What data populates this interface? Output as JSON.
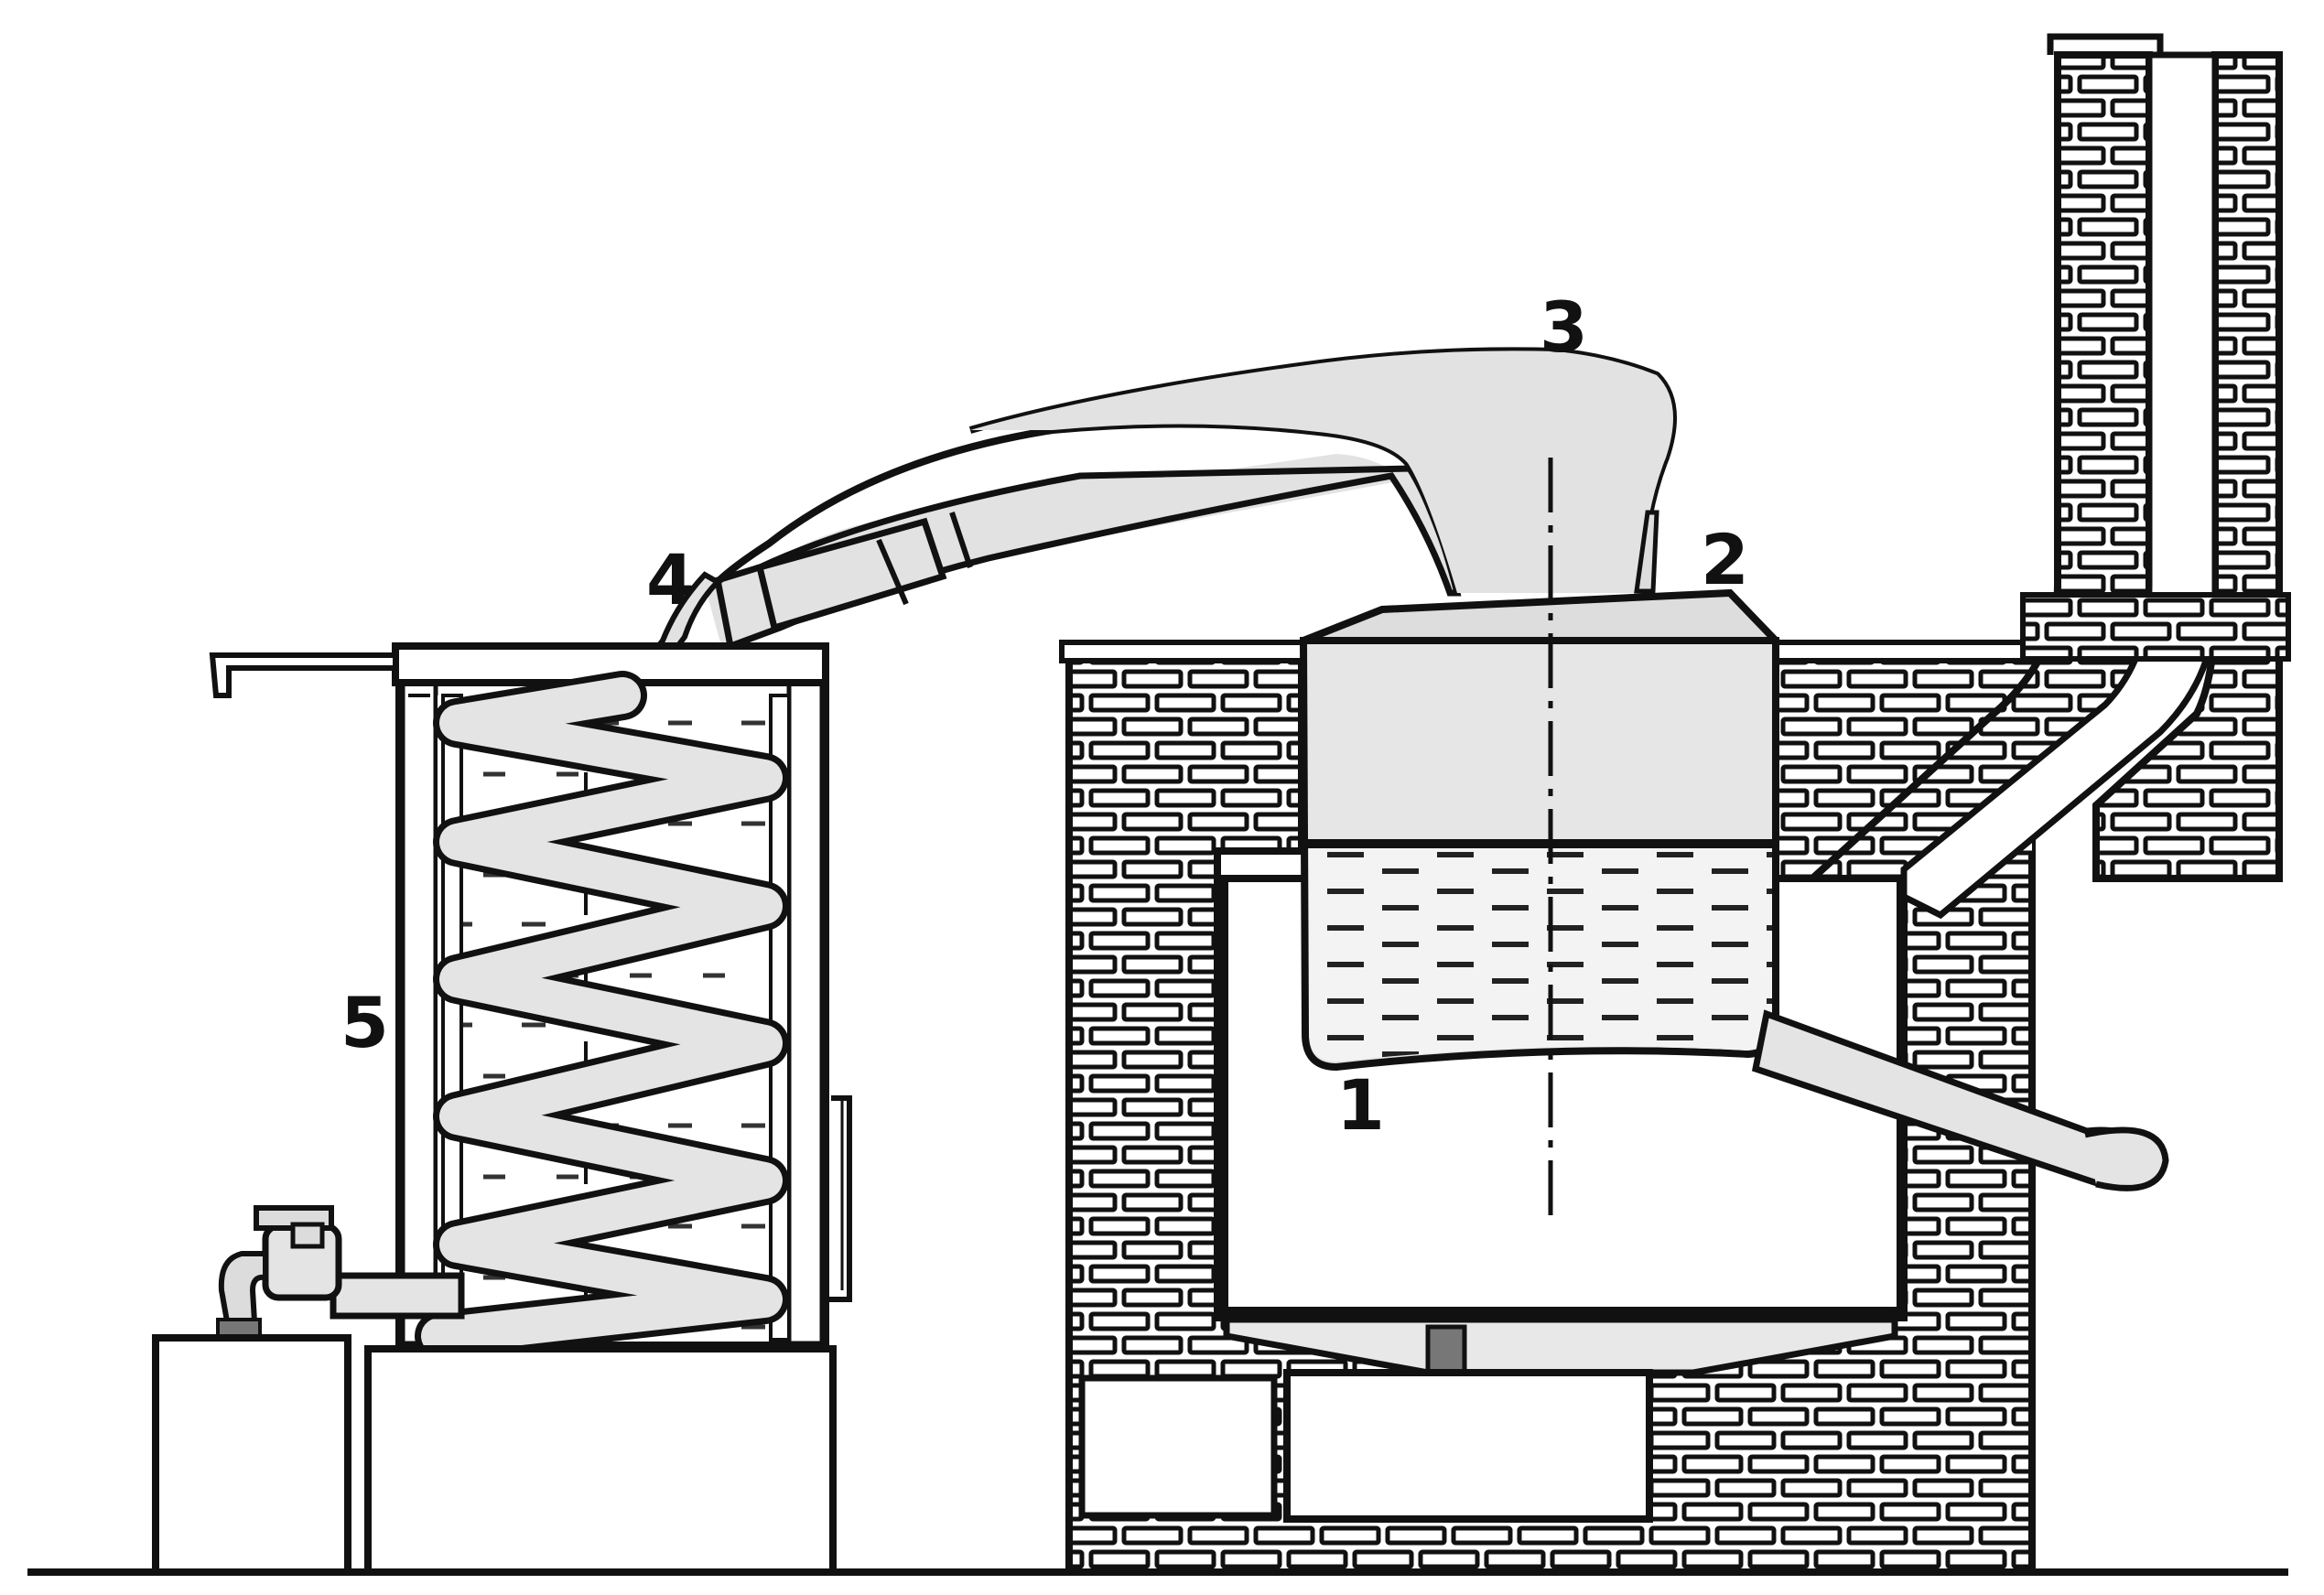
{
  "labels": {
    "boiler": "1",
    "cover": "2",
    "dome": "3",
    "pipe": "4",
    "condenser": "5"
  },
  "colors": {
    "ink": "#111111",
    "metal": "#e4e4e4",
    "liquid": "#f1f1f1",
    "brick": "#ffffff",
    "paper": "#ffffff"
  }
}
